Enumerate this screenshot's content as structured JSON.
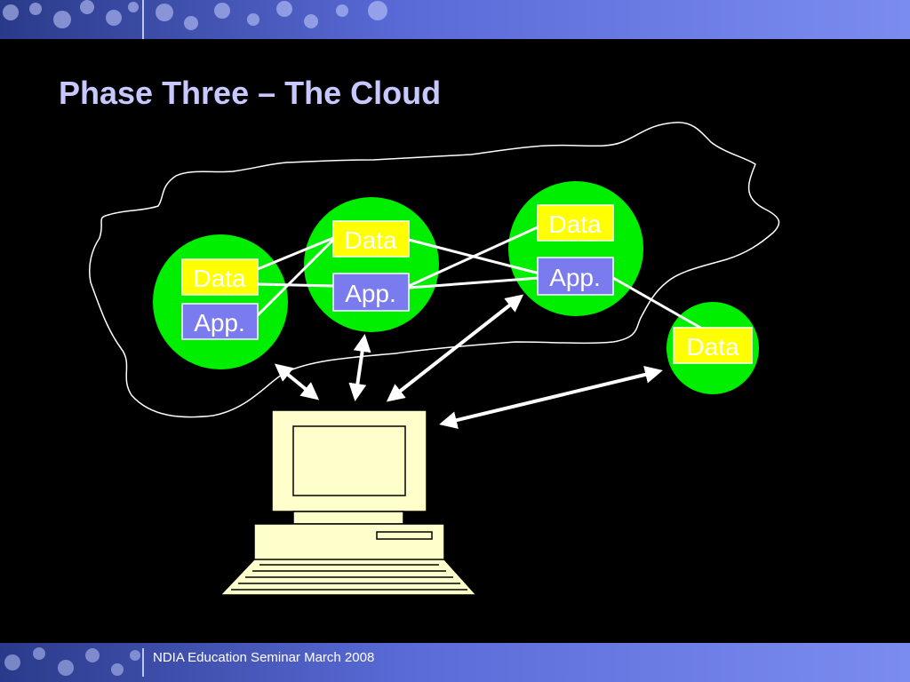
{
  "slide": {
    "title": "Phase Three – The Cloud",
    "footer": "NDIA Education Seminar March 2008"
  },
  "diagram": {
    "nodes": [
      {
        "id": "node-left",
        "labels": [
          "Data",
          "App."
        ]
      },
      {
        "id": "node-center",
        "labels": [
          "Data",
          "App."
        ]
      },
      {
        "id": "node-right",
        "labels": [
          "Data",
          "App."
        ]
      },
      {
        "id": "node-outside",
        "labels": [
          "Data"
        ]
      }
    ]
  },
  "colors": {
    "band": "#7b8cf0",
    "title": "#c6c8ff",
    "node_fill": "#00ee00",
    "data_box": "#ffff00",
    "app_box": "#7b7bf0",
    "computer": "#ffffcc",
    "cloud_outline": "#ffffff"
  }
}
